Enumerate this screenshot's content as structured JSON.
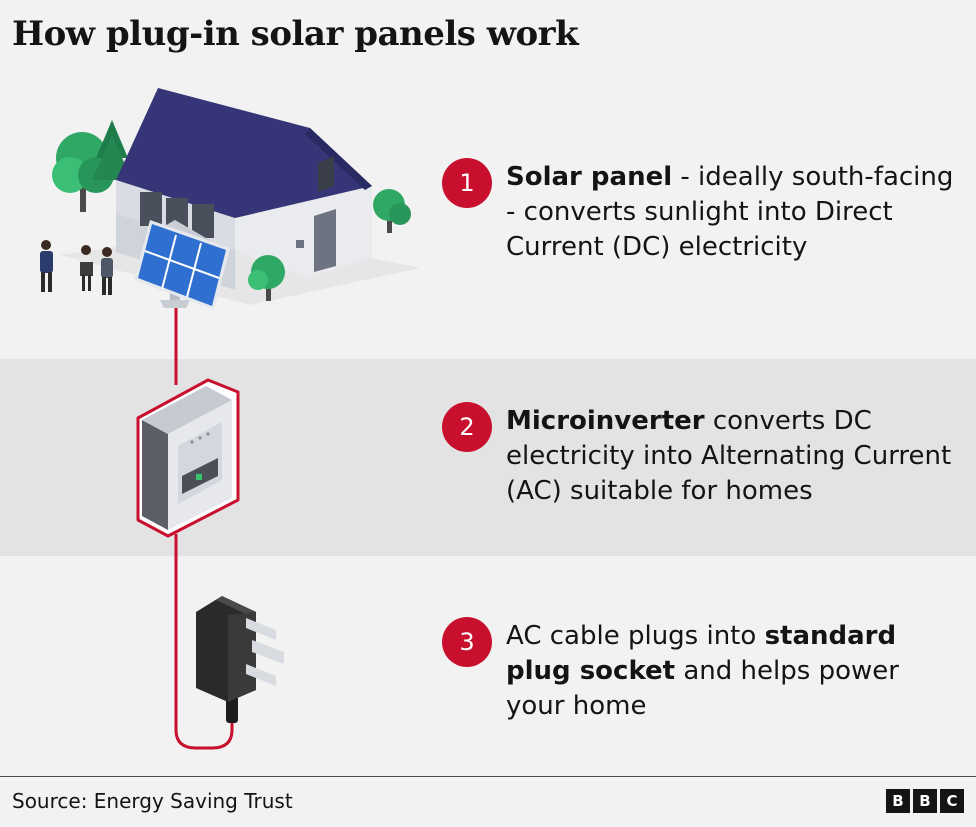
{
  "title": "How plug-in solar panels work",
  "steps": [
    {
      "number": "1",
      "bold": "Solar panel",
      "text": " - ideally south-facing - converts sunlight into Direct Current (DC) electricity"
    },
    {
      "number": "2",
      "bold": "Microinverter",
      "text": " converts DC electricity into Alternating Current (AC) suitable for homes"
    },
    {
      "number": "3",
      "pre": "AC cable plugs into ",
      "bold": "standard plug socket",
      "text": " and helps power your home"
    }
  ],
  "source": "Source: Energy Saving Trust",
  "logo": {
    "letters": [
      "B",
      "B",
      "C"
    ]
  },
  "colors": {
    "accent": "#c8102e",
    "roof": "#353578",
    "panel": "#2f6fd0"
  },
  "icons": [
    "house-illustration",
    "solar-panel-icon",
    "microinverter-icon",
    "plug-icon"
  ]
}
